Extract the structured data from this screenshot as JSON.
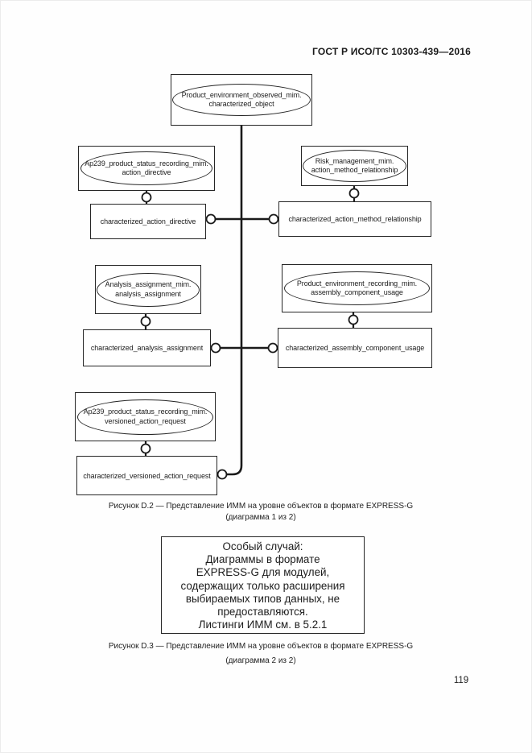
{
  "page": {
    "header": "ГОСТ Р ИСО/ТС 10303-439—2016",
    "page_number": "119"
  },
  "colors": {
    "ink": "#1d1d1d",
    "line": "#1a1a1a",
    "background": "#ffffff"
  },
  "diagram1": {
    "nodes": {
      "top_ref": {
        "line1": "Product_environment_observed_mim.",
        "line2": "characterized_object"
      },
      "ap239_action_ref": {
        "line1": "Ap239_product_status_recording_mim.",
        "line2": "action_directive"
      },
      "risk_ref": {
        "line1": "Risk_management_mim.",
        "line2": "action_method_relationship"
      },
      "char_action_directive": {
        "label": "characterized_action_directive"
      },
      "char_action_method": {
        "label": "characterized_action_method_relationship"
      },
      "analysis_ref": {
        "line1": "Analysis_assignment_mim.",
        "line2": "analysis_assignment"
      },
      "product_env_rec_ref": {
        "line1": "Product_environment_recording_mim.",
        "line2": "assembly_component_usage"
      },
      "char_analysis": {
        "label": "characterized_analysis_assignment"
      },
      "char_assembly": {
        "label": "characterized_assembly_component_usage"
      },
      "ap239_versioned_ref": {
        "line1": "Ap239_product_status_recording_mim.",
        "line2": "versioned_action_request"
      },
      "char_versioned": {
        "label": "characterized_versioned_action_request"
      }
    },
    "caption_line1": "Рисунок D.2 — Представление ИММ на уровне объектов в формате EXPRESS-G",
    "caption_line2": "(диаграмма 1 из 2)"
  },
  "diagram2": {
    "special_note": {
      "line1": "Особый случай:",
      "line2": "Диаграммы в формате",
      "line3": "EXPRESS-G для модулей,",
      "line4": "содержащих только расширения",
      "line5": "выбираемых типов данных, не",
      "line6": "предоставляются.",
      "line7": "Листинги ИММ см. в 5.2.1"
    },
    "caption_line1": "Рисунок D.3 — Представление ИММ на уровне объектов в формате EXPRESS-G",
    "caption_line2": "(диаграмма 2 из 2)"
  }
}
